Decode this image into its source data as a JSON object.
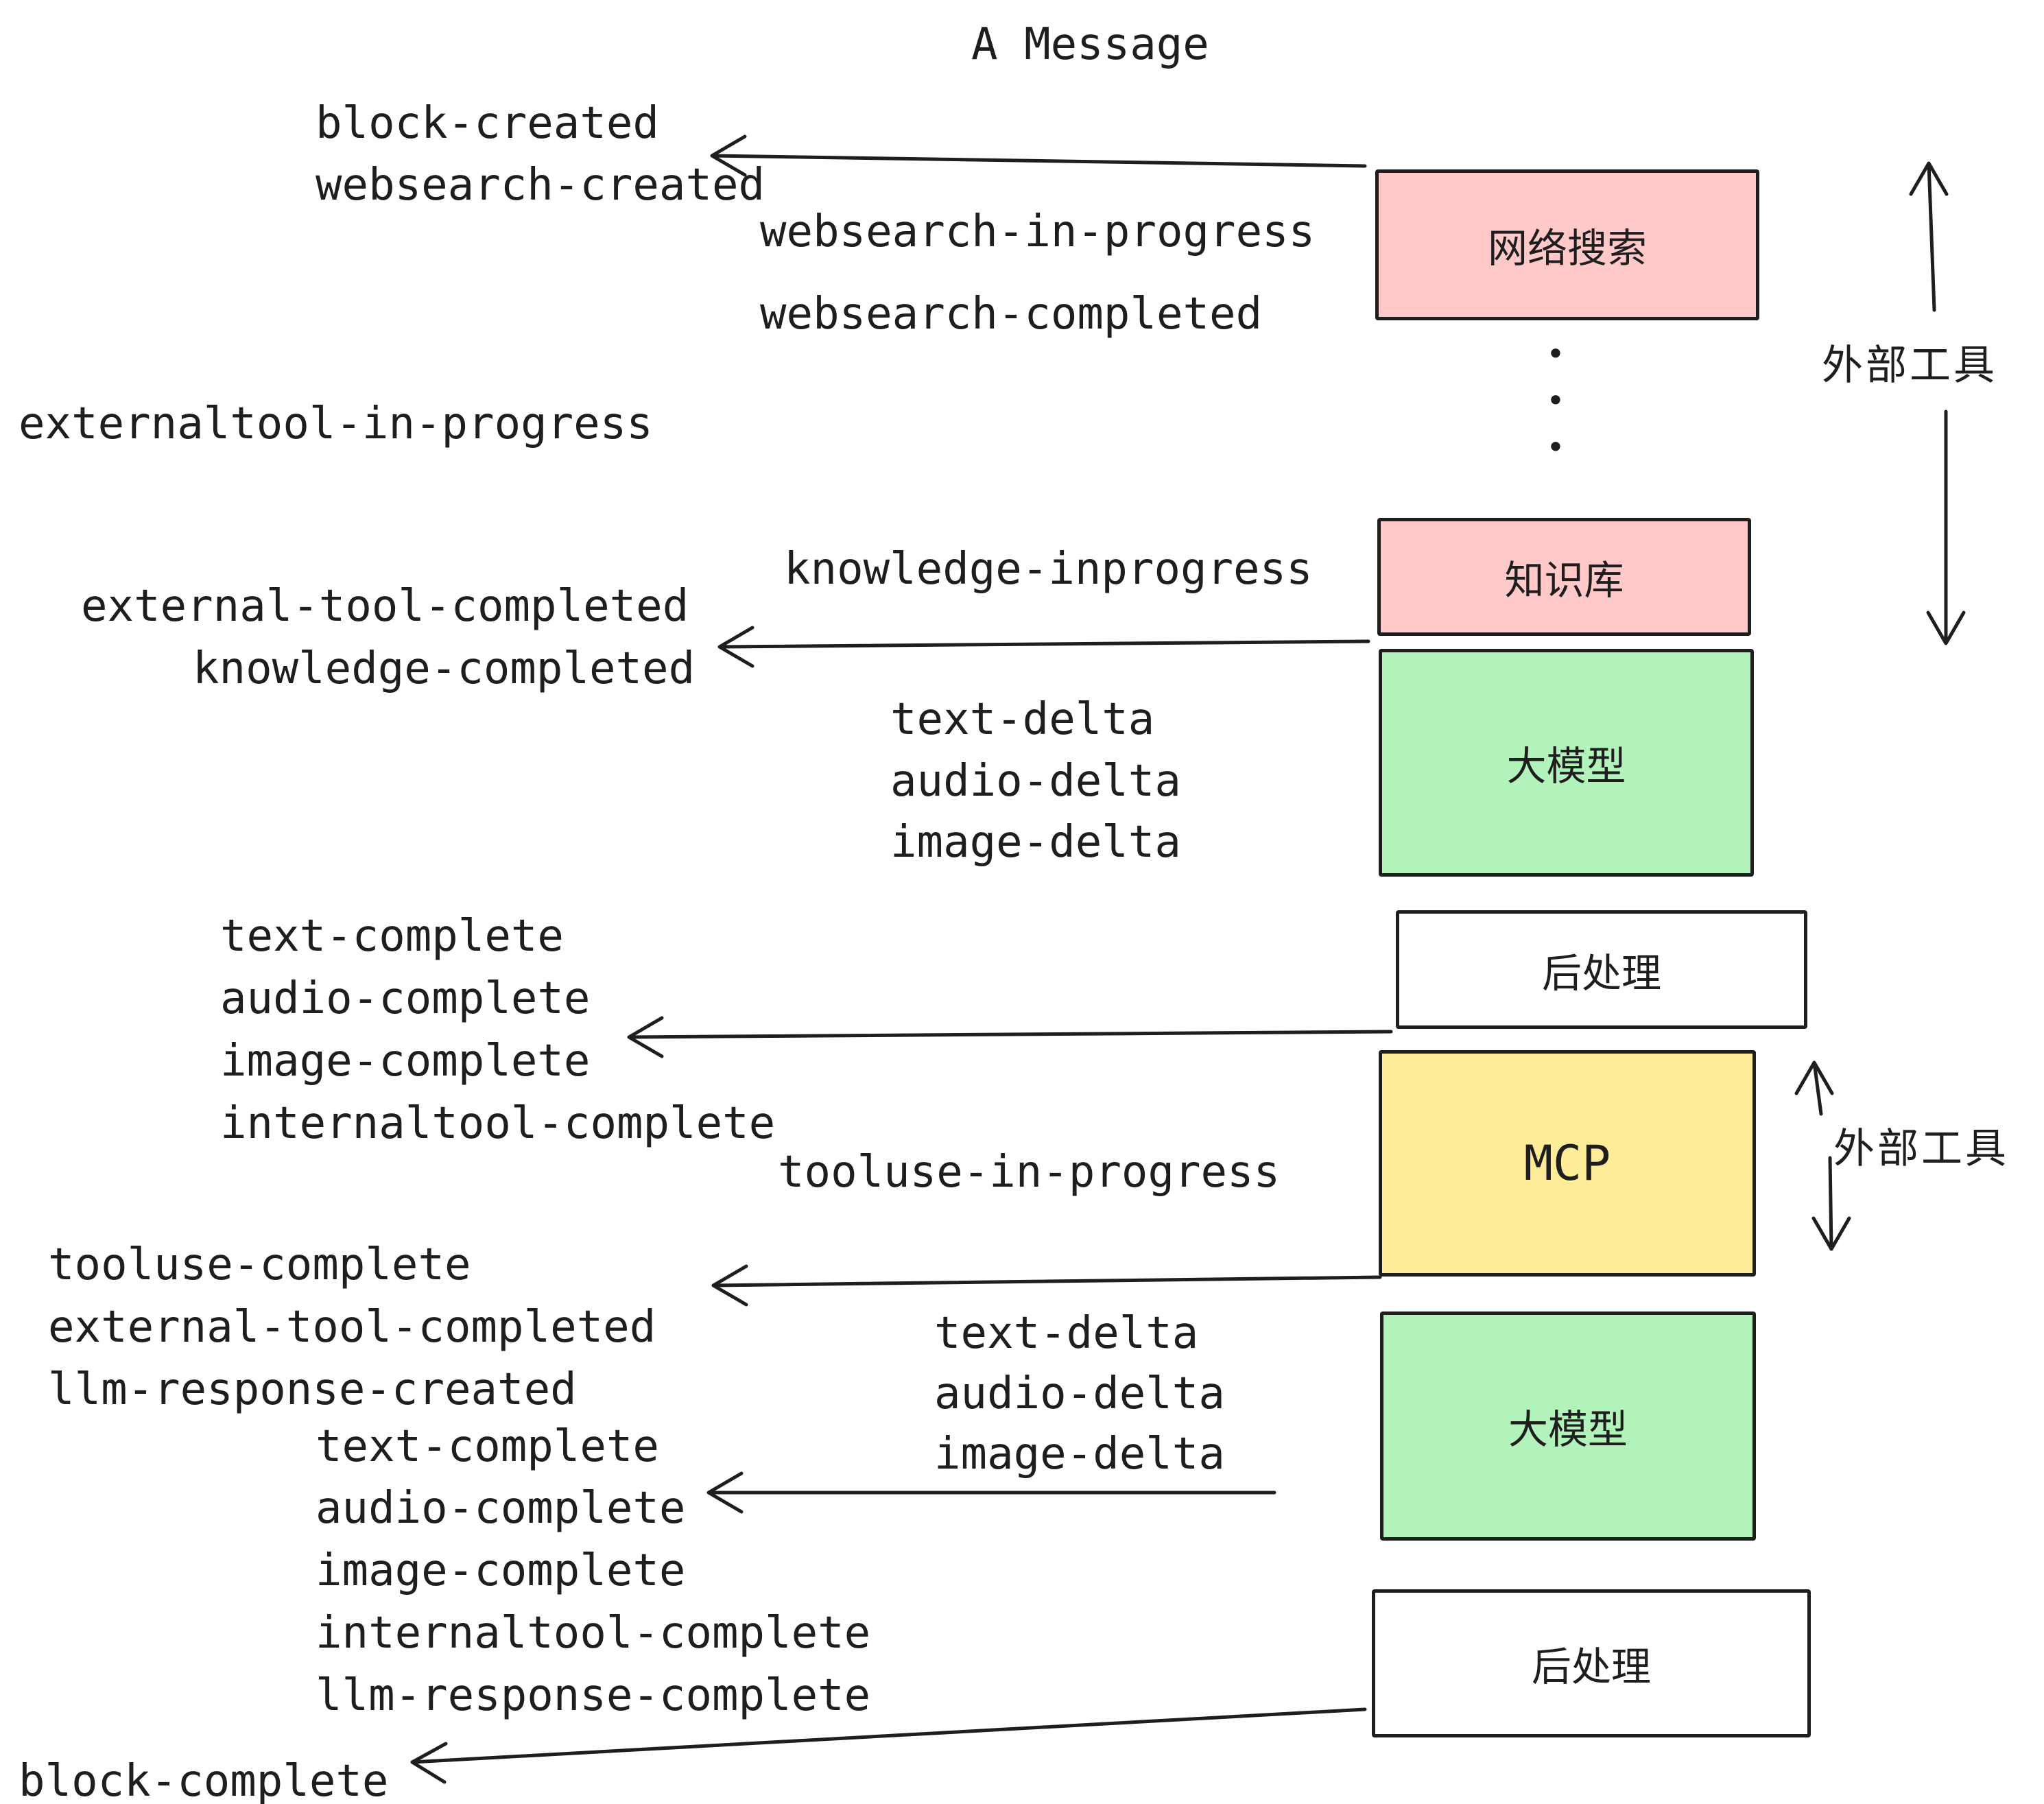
{
  "title": "A Message",
  "ellipsis": "•\n•\n•",
  "events": [
    {
      "text": "block-created"
    },
    {
      "text": "websearch-created"
    },
    {
      "text": "websearch-in-progress"
    },
    {
      "text": "websearch-completed"
    },
    {
      "text": "externaltool-in-progress"
    },
    {
      "text": "knowledge-inprogress"
    },
    {
      "text": "external-tool-completed"
    },
    {
      "text": "knowledge-completed"
    },
    {
      "text": "text-delta"
    },
    {
      "text": "audio-delta"
    },
    {
      "text": "image-delta"
    },
    {
      "text": "text-complete"
    },
    {
      "text": "audio-complete"
    },
    {
      "text": "image-complete"
    },
    {
      "text": "internaltool-complete"
    },
    {
      "text": "tooluse-in-progress"
    },
    {
      "text": "tooluse-complete"
    },
    {
      "text": "external-tool-completed"
    },
    {
      "text": "llm-response-created"
    },
    {
      "text": "text-complete"
    },
    {
      "text": "audio-complete"
    },
    {
      "text": "image-complete"
    },
    {
      "text": "internaltool-complete"
    },
    {
      "text": "llm-response-complete"
    },
    {
      "text": "block-complete"
    },
    {
      "text": "text-delta"
    },
    {
      "text": "audio-delta"
    },
    {
      "text": "image-delta"
    }
  ],
  "boxes": [
    {
      "label": "网络搜索",
      "color": "#ffc9c9"
    },
    {
      "label": "知识库",
      "color": "#ffc9c9"
    },
    {
      "label": "大模型",
      "color": "#b2f2bb"
    },
    {
      "label": "后处理",
      "color": "#ffffff"
    },
    {
      "label": "MCP",
      "color": "#ffec99"
    },
    {
      "label": "大模型",
      "color": "#b2f2bb"
    },
    {
      "label": "后处理",
      "color": "#ffffff"
    }
  ],
  "side_labels": [
    {
      "text": "外部工具"
    },
    {
      "text": "外部工具"
    }
  ],
  "colors": {
    "ink": "#1e1e1e",
    "pink": "#ffc9c9",
    "green": "#b2f2bb",
    "yellow": "#ffec99",
    "white": "#ffffff",
    "background": "#ffffff"
  }
}
